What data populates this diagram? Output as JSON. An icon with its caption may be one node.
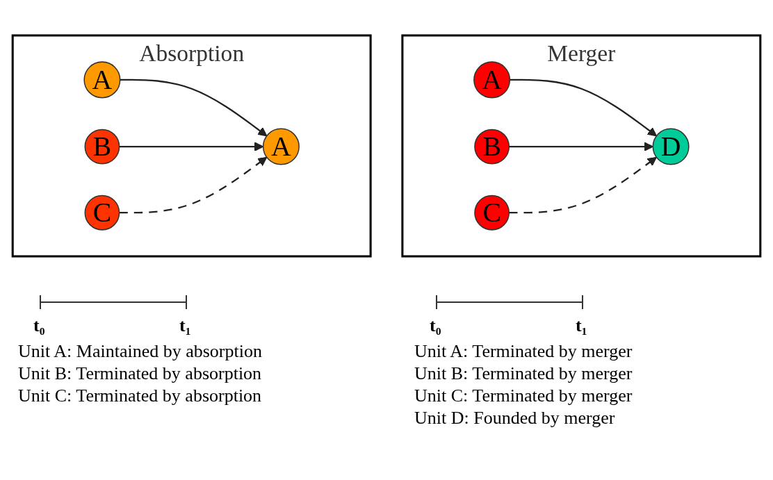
{
  "diagram": {
    "nodes": [
      {
        "text": [
          "Absorption"
        ]
      },
      {
        "text": [
          "A"
        ],
        "in": 0
      },
      {
        "text": [
          "B"
        ],
        "in": 0
      },
      {
        "text": [
          "C"
        ],
        "in": 0
      },
      {
        "text": [
          "A"
        ],
        "in": 0
      },
      {
        "text": [
          "Merger"
        ]
      },
      {
        "text": [
          "A"
        ],
        "in": 5
      },
      {
        "text": [
          "B"
        ],
        "in": 5
      },
      {
        "text": [
          "C"
        ],
        "in": 5
      },
      {
        "text": [
          "D"
        ],
        "in": 5
      }
    ],
    "edges": [
      {
        "from": 1,
        "to": 4,
        "arrow": "to"
      },
      {
        "from": 2,
        "to": 4,
        "arrow": "to"
      },
      {
        "from": 3,
        "to": 4,
        "arrow": "to",
        "style": "dashed"
      },
      {
        "from": 6,
        "to": 9,
        "arrow": "to"
      },
      {
        "from": 7,
        "to": 9,
        "arrow": "to"
      },
      {
        "from": 8,
        "to": 9,
        "arrow": "to",
        "style": "dashed"
      }
    ],
    "labels": [
      "t₀",
      "t₁",
      "Unit A: Maintained by absorption",
      "Unit B: Terminated by absorption",
      "Unit C: Terminated by absorption",
      "t₀",
      "t₁",
      "Unit A: Terminated by merger",
      "Unit B: Terminated by merger",
      "Unit C: Terminated by merger",
      "Unit D: Founded by merger"
    ]
  }
}
